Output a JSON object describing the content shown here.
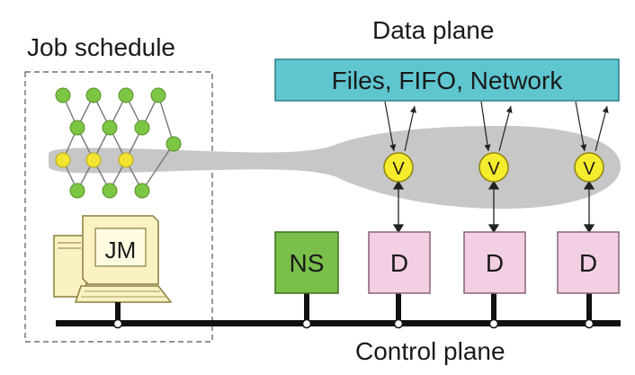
{
  "labels": {
    "job_schedule": "Job schedule",
    "data_plane": "Data plane",
    "control_plane": "Control plane"
  },
  "data_plane_box": {
    "text": "Files, FIFO, Network"
  },
  "job_manager": {
    "text": "JM"
  },
  "name_server": {
    "text": "NS"
  },
  "daemons": [
    {
      "daemon": "D",
      "vertex": "V"
    },
    {
      "daemon": "D",
      "vertex": "V"
    },
    {
      "daemon": "D",
      "vertex": "V"
    }
  ],
  "colors": {
    "data_plane_fill": "#5fc6d0",
    "name_server_fill": "#7abf4a",
    "daemon_fill": "#f3cfe4",
    "vertex_fill": "#f6ec2e",
    "graph_node_green": "#7cc644",
    "graph_node_yellow": "#f2e531",
    "shadow": "#c7c7c7",
    "bus": "#111111"
  }
}
